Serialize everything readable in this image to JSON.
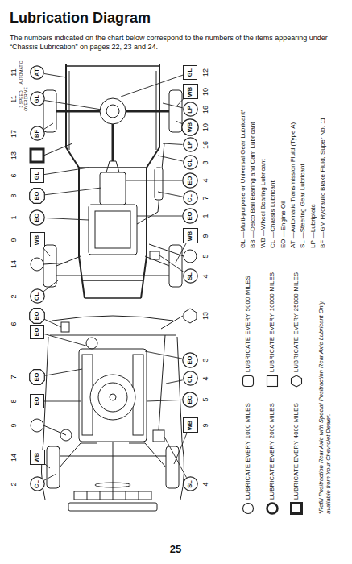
{
  "diagram": {
    "title": "Lubrication Diagram",
    "nodes": [
      {
        "text": [
          "CL"
        ]
      },
      {
        "text": [
          "WB"
        ]
      },
      {
        "text": [
          "EO"
        ]
      },
      {
        "text": [
          "EO"
        ]
      },
      {
        "text": [
          "EO"
        ]
      },
      {
        "text": [
          "EO"
        ]
      },
      {
        "text": [
          "CL"
        ]
      },
      {
        "text": [
          "WB"
        ]
      },
      {
        "text": [
          "EO"
        ]
      },
      {
        "text": [
          "EO"
        ]
      },
      {
        "text": [
          "GL"
        ]
      },
      {
        "text": [
          "BF"
        ]
      },
      {
        "text": [
          "GL"
        ]
      },
      {
        "text": [
          "AT"
        ]
      },
      {
        "text": [
          "SL"
        ]
      },
      {
        "text": [
          "WB"
        ]
      },
      {
        "text": [
          "EO"
        ]
      },
      {
        "text": [
          "CL"
        ]
      },
      {
        "text": [
          "EO"
        ]
      },
      {
        "text": [
          "SL"
        ]
      },
      {
        "text": [
          "WB"
        ]
      },
      {
        "text": [
          "EO"
        ]
      },
      {
        "text": [
          "CL"
        ]
      },
      {
        "text": [
          "EO"
        ]
      },
      {
        "text": [
          "CL"
        ]
      },
      {
        "text": [
          "LP"
        ]
      },
      {
        "text": [
          "WB"
        ]
      },
      {
        "text": [
          "LP"
        ]
      },
      {
        "text": [
          "WB"
        ]
      },
      {
        "text": [
          "GL"
        ]
      }
    ],
    "labels": [
      "The numbers indicated on the chart below correspond to the numbers of the items appearing under “Chassis Lubrication” on pages 22, 23 and 24.",
      "2",
      "14",
      "9",
      "8",
      "7",
      "6",
      "2",
      "14",
      "9",
      "1",
      "8",
      "6",
      "13",
      "17",
      "11",
      "3 SPEED OVERDRIVE",
      "11",
      "AUTOMATIC",
      "4",
      "9",
      "5",
      "4",
      "3",
      "13",
      "4",
      "5",
      "9",
      "1",
      "7",
      "4",
      "3",
      "16",
      "10",
      "16",
      "10",
      "12",
      "*Refill Positraction Rear Axle with Special Positraction Rear Axle Lubricant Only, available from Your Chevrolet Dealer.",
      "25"
    ],
    "legend": [
      {
        "text": "LUBRICATE EVERY 1000 MILES"
      },
      {
        "text": "LUBRICATE EVERY 2000 MILES"
      },
      {
        "text": "LUBRICATE EVERY 4000 MILES"
      },
      {
        "text": "LUBRICATE EVERY 5000 MILES"
      },
      {
        "text": "LUBRICATE EVERY 10000 MILES"
      },
      {
        "text": "LUBRICATE EVERY 25000 MILES"
      },
      {
        "text": "GL —Multi-purpose or Universal Gear Lubricant*"
      },
      {
        "text": "BB —Delco Ball Bearing and Cam Lubricant"
      },
      {
        "text": "WB —Wheel Bearing Lubricant"
      },
      {
        "text": "CL —Chassis Lubricant"
      },
      {
        "text": "EO —Engine Oil"
      },
      {
        "text": "AT —Automatic Transmission Fluid (Type A)"
      },
      {
        "text": "SL —Steering Gear Lubricant"
      },
      {
        "text": "LP —Lubriplate"
      },
      {
        "text": "BF —GM Hydraulic Brake Fluid, Super No. 11"
      }
    ]
  }
}
